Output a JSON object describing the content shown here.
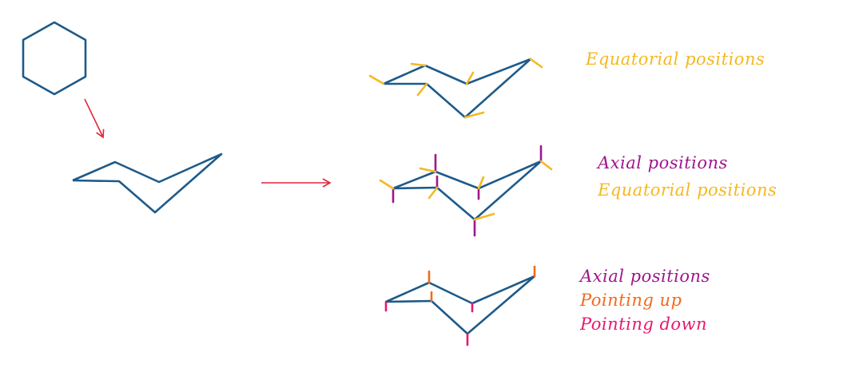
{
  "colors": {
    "ring": "#1d5a8a",
    "arrow": "#e0263a",
    "equatorial": "#f5b820",
    "axial": "#a0158c",
    "pointing_up": "#f26a1b",
    "pointing_down": "#e8186e"
  },
  "labels": {
    "panel1": {
      "equatorial": "Equatorial positions"
    },
    "panel2": {
      "axial": "Axial positions",
      "equatorial": "Equatorial positions"
    },
    "panel3": {
      "axial": "Axial positions",
      "up": "Pointing up",
      "down": "Pointing down"
    }
  }
}
